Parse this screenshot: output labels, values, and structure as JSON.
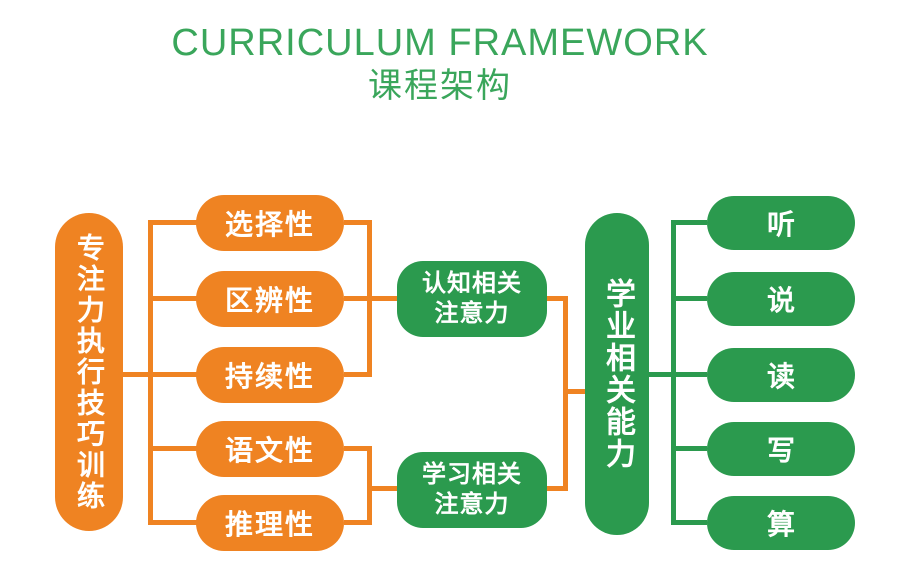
{
  "title": {
    "line1": "CURRICULUM FRAMEWORK",
    "line2": "课程架构"
  },
  "colors": {
    "orange": "#ef8322",
    "green": "#2b9a4e",
    "title_green": "#3aa65b",
    "node_text": "#ffffff"
  },
  "left_root": {
    "label": "专注力执行技巧训练"
  },
  "skills": [
    {
      "label": "选择性"
    },
    {
      "label": "区辨性"
    },
    {
      "label": "持续性"
    },
    {
      "label": "语文性"
    },
    {
      "label": "推理性"
    }
  ],
  "attention": [
    {
      "line1": "认知相关",
      "line2": "注意力"
    },
    {
      "line1": "学习相关",
      "line2": "注意力"
    }
  ],
  "right_root": {
    "label": "学业相关能力"
  },
  "abilities": [
    {
      "label": "听"
    },
    {
      "label": "说"
    },
    {
      "label": "读"
    },
    {
      "label": "写"
    },
    {
      "label": "算"
    }
  ]
}
